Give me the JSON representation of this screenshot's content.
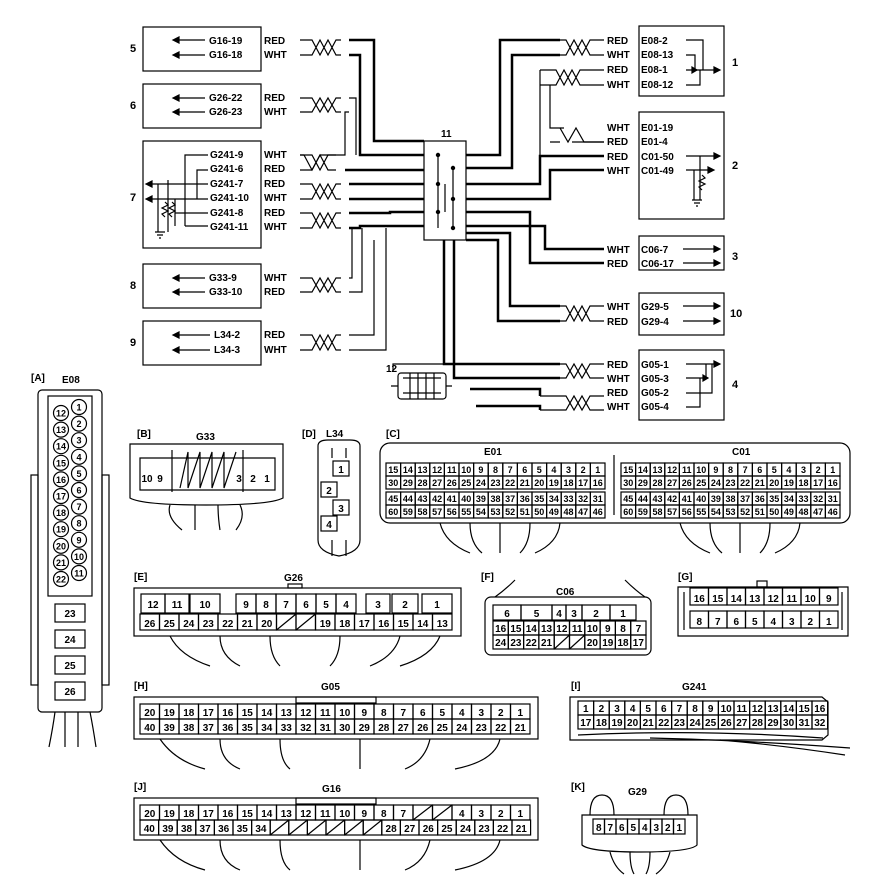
{
  "wiring": {
    "left_boxes": [
      {
        "num": "5",
        "wires": [
          {
            "pin": "G16-19",
            "color": "RED"
          },
          {
            "pin": "G16-18",
            "color": "WHT"
          }
        ]
      },
      {
        "num": "6",
        "wires": [
          {
            "pin": "G26-22",
            "color": "RED"
          },
          {
            "pin": "G26-23",
            "color": "WHT"
          }
        ]
      },
      {
        "num": "7",
        "wires": [
          {
            "pin": "G241-9",
            "color": "WHT"
          },
          {
            "pin": "G241-6",
            "color": "RED"
          },
          {
            "pin": "G241-7",
            "color": "RED"
          },
          {
            "pin": "G241-10",
            "color": "WHT"
          },
          {
            "pin": "G241-8",
            "color": "RED"
          },
          {
            "pin": "G241-11",
            "color": "WHT"
          }
        ]
      },
      {
        "num": "8",
        "wires": [
          {
            "pin": "G33-9",
            "color": "WHT"
          },
          {
            "pin": "G33-10",
            "color": "RED"
          }
        ]
      },
      {
        "num": "9",
        "wires": [
          {
            "pin": "L34-2",
            "color": "RED"
          },
          {
            "pin": "L34-3",
            "color": "WHT"
          }
        ]
      }
    ],
    "right_boxes": [
      {
        "num": "1",
        "wires": [
          {
            "pin": "E08-2",
            "color": "RED"
          },
          {
            "pin": "E08-13",
            "color": "WHT"
          },
          {
            "pin": "E08-1",
            "color": "RED"
          },
          {
            "pin": "E08-12",
            "color": "WHT"
          }
        ]
      },
      {
        "num": "2",
        "wires": [
          {
            "pin": "E01-19",
            "color": "WHT"
          },
          {
            "pin": "E01-4",
            "color": "RED"
          },
          {
            "pin": "C01-50",
            "color": "RED"
          },
          {
            "pin": "C01-49",
            "color": "WHT"
          }
        ]
      },
      {
        "num": "3",
        "wires": [
          {
            "pin": "C06-7",
            "color": "WHT"
          },
          {
            "pin": "C06-17",
            "color": "RED"
          }
        ]
      },
      {
        "num": "10",
        "wires": [
          {
            "pin": "G29-5",
            "color": "WHT"
          },
          {
            "pin": "G29-4",
            "color": "RED"
          }
        ]
      },
      {
        "num": "4",
        "wires": [
          {
            "pin": "G05-1",
            "color": "RED"
          },
          {
            "pin": "G05-3",
            "color": "WHT"
          },
          {
            "pin": "G05-2",
            "color": "RED"
          },
          {
            "pin": "G05-4",
            "color": "WHT"
          }
        ]
      }
    ],
    "junction_label": "11",
    "connector12_label": "12"
  },
  "connectors": {
    "A": {
      "tag": "[A]",
      "name": "E08",
      "left": [
        "12",
        "13",
        "14",
        "15",
        "16",
        "17",
        "18",
        "19",
        "20",
        "21",
        "22"
      ],
      "right": [
        "1",
        "2",
        "3",
        "4",
        "5",
        "6",
        "7",
        "8",
        "9",
        "10",
        "11"
      ],
      "big": [
        "23",
        "24",
        "25",
        "26"
      ]
    },
    "B": {
      "tag": "[B]",
      "name": "G33",
      "pins": [
        "10",
        "9",
        "3",
        "2",
        "1"
      ]
    },
    "D": {
      "tag": "[D]",
      "name": "L34",
      "pins": [
        "1",
        "2",
        "3",
        "4"
      ]
    },
    "C": {
      "tag": "[C]",
      "e01": "E01",
      "c01": "C01",
      "rows": [
        [
          "15",
          "14",
          "13",
          "12",
          "11",
          "10",
          "9",
          "8",
          "7",
          "6",
          "5",
          "4",
          "3",
          "2",
          "1"
        ],
        [
          "30",
          "29",
          "28",
          "27",
          "26",
          "25",
          "24",
          "23",
          "22",
          "21",
          "20",
          "19",
          "18",
          "17",
          "16"
        ],
        [
          "45",
          "44",
          "43",
          "42",
          "41",
          "40",
          "39",
          "38",
          "37",
          "36",
          "35",
          "34",
          "33",
          "32",
          "31"
        ],
        [
          "60",
          "59",
          "58",
          "57",
          "56",
          "55",
          "54",
          "53",
          "52",
          "51",
          "50",
          "49",
          "48",
          "47",
          "46"
        ]
      ]
    },
    "E": {
      "tag": "[E]",
      "name": "G26",
      "top": [
        "12",
        "11",
        "10",
        "",
        "9",
        "8",
        "7",
        "6",
        "5",
        "4",
        "",
        "3",
        "2",
        "1"
      ],
      "bottom": [
        "26",
        "25",
        "24",
        "23",
        "22",
        "21",
        "20",
        "",
        "",
        "19",
        "18",
        "17",
        "16",
        "15",
        "14",
        "13"
      ]
    },
    "F": {
      "tag": "[F]",
      "name": "C06",
      "r1": [
        "6",
        "5",
        "4",
        "3",
        "2",
        "1"
      ],
      "r2": [
        "16",
        "15",
        "14",
        "13",
        "12",
        "11",
        "10",
        "9",
        "8",
        "7"
      ],
      "r3": [
        "24",
        "23",
        "22",
        "21",
        "",
        "",
        "20",
        "19",
        "18",
        "17"
      ]
    },
    "G": {
      "tag": "[G]",
      "r1": [
        "16",
        "15",
        "14",
        "13",
        "12",
        "11",
        "10",
        "9"
      ],
      "r2": [
        "8",
        "7",
        "6",
        "5",
        "4",
        "3",
        "2",
        "1"
      ]
    },
    "H": {
      "tag": "[H]",
      "name": "G05",
      "top": [
        "20",
        "19",
        "18",
        "17",
        "16",
        "15",
        "14",
        "13",
        "12",
        "11",
        "10",
        "9",
        "8",
        "7",
        "6",
        "5",
        "4",
        "3",
        "2",
        "1"
      ],
      "bottom": [
        "40",
        "39",
        "38",
        "37",
        "36",
        "35",
        "34",
        "33",
        "32",
        "31",
        "30",
        "29",
        "28",
        "27",
        "26",
        "25",
        "24",
        "23",
        "22",
        "21"
      ]
    },
    "I": {
      "tag": "[I]",
      "name": "G241",
      "top": [
        "1",
        "2",
        "3",
        "4",
        "5",
        "6",
        "7",
        "8",
        "9",
        "10",
        "11",
        "12",
        "13",
        "14",
        "15",
        "16"
      ],
      "bottom": [
        "17",
        "18",
        "19",
        "20",
        "21",
        "22",
        "23",
        "24",
        "25",
        "26",
        "27",
        "28",
        "29",
        "30",
        "31",
        "32"
      ]
    },
    "J": {
      "tag": "[J]",
      "name": "G16",
      "top": [
        "20",
        "19",
        "18",
        "17",
        "16",
        "15",
        "14",
        "13",
        "12",
        "11",
        "10",
        "9",
        "8",
        "7",
        "",
        "",
        "4",
        "3",
        "2",
        "1"
      ],
      "bottom": [
        "40",
        "39",
        "38",
        "37",
        "36",
        "35",
        "34",
        "",
        "",
        "",
        "",
        "",
        "",
        "28",
        "27",
        "26",
        "25",
        "24",
        "23",
        "22",
        "21"
      ]
    },
    "K": {
      "tag": "[K]",
      "name": "G29",
      "pins": [
        "8",
        "7",
        "6",
        "5",
        "4",
        "3",
        "2",
        "1"
      ]
    }
  }
}
